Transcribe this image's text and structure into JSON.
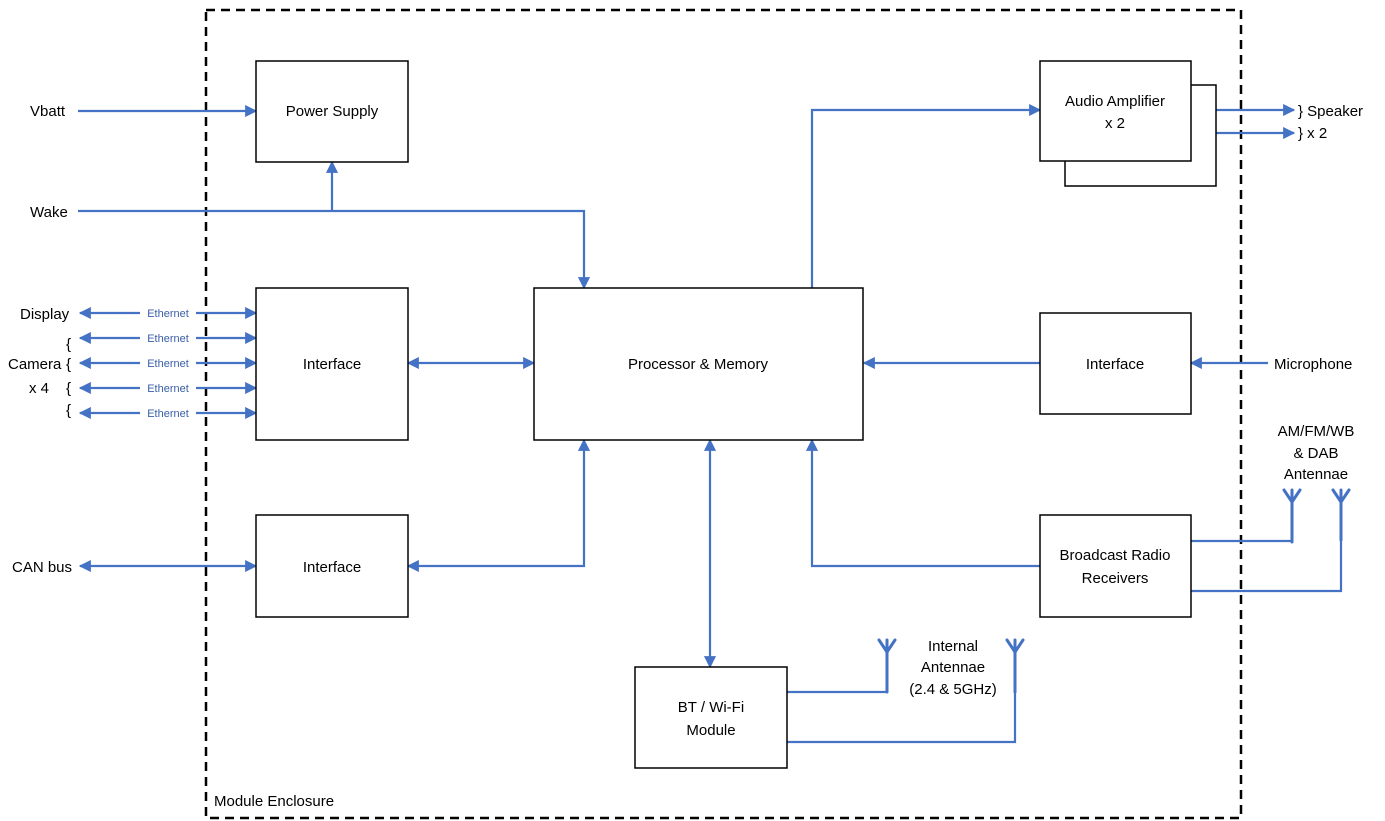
{
  "enclosure": {
    "label": "Module Enclosure"
  },
  "blocks": {
    "power_supply": "Power Supply",
    "interface_video": "Interface",
    "interface_can": "Interface",
    "processor": "Processor & Memory",
    "audio_amp_line1": "Audio Amplifier",
    "audio_amp_line2": "x 2",
    "interface_mic": "Interface",
    "radio_line1": "Broadcast Radio",
    "radio_line2": "Receivers",
    "btwifi_line1": "BT / Wi-Fi",
    "btwifi_line2": "Module"
  },
  "external": {
    "vbatt": "Vbatt",
    "wake": "Wake",
    "display": "Display",
    "camera_line1": "Camera",
    "camera_line2": "x 4",
    "can_bus": "CAN bus",
    "speaker_line1": "} Speaker",
    "speaker_line2": "} x 2",
    "microphone": "Microphone",
    "broadcast_antennae_line1": "AM/FM/WB",
    "broadcast_antennae_line2": "& DAB",
    "broadcast_antennae_line3": "Antennae",
    "internal_antennae_line1": "Internal",
    "internal_antennae_line2": "Antennae",
    "internal_antennae_line3": "(2.4 & 5GHz)"
  },
  "links": {
    "ethernet": [
      "Ethernet",
      "Ethernet",
      "Ethernet",
      "Ethernet",
      "Ethernet"
    ],
    "camera_braces": [
      "{",
      "{",
      "{",
      "{"
    ]
  },
  "colors": {
    "wire": "#4472c4",
    "line": "#000000"
  }
}
